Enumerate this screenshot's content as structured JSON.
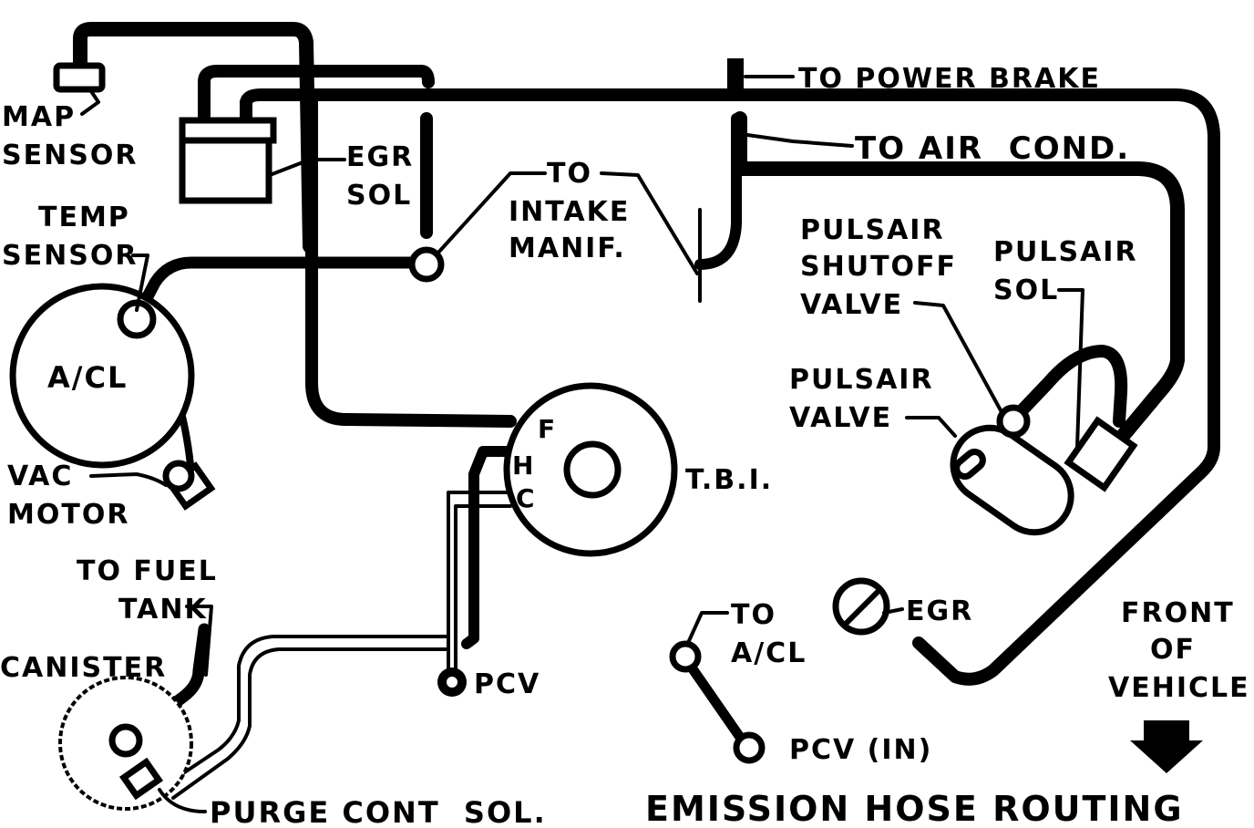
{
  "diagram": {
    "title": "EMISSION HOSE ROUTING",
    "labels": {
      "map_sensor_1": "MAP",
      "map_sensor_2": "SENSOR",
      "temp_sensor_1": "TEMP",
      "temp_sensor_2": "SENSOR",
      "acl": "A/CL",
      "vac_motor_1": "VAC",
      "vac_motor_2": "MOTOR",
      "to_fuel_tank_1": "TO FUEL",
      "to_fuel_tank_2": "TANK",
      "canister": "CANISTER",
      "purge_cont_sol": "PURGE CONT  SOL.",
      "egr_sol_1": "EGR",
      "egr_sol_2": "SOL",
      "to_intake_manif_1": "TO",
      "to_intake_manif_2": "INTAKE",
      "to_intake_manif_3": "MANIF.",
      "to_power_brake": "TO POWER BRAKE",
      "to_air_cond": "TO AIR  COND.",
      "pulsair_shutoff_1": "PULSAIR",
      "pulsair_shutoff_2": "SHUTOFF",
      "pulsair_shutoff_3": "VALVE",
      "pulsair_sol_1": "PULSAIR",
      "pulsair_sol_2": "SOL",
      "pulsair_valve_1": "PULSAIR",
      "pulsair_valve_2": "VALVE",
      "tbi": "T.B.I.",
      "port_f": "F",
      "port_h": "H",
      "port_c": "C",
      "pcv": "PCV",
      "egr": "EGR",
      "to_acl_1": "TO",
      "to_acl_2": "A/CL",
      "pcv_in": "PCV (IN)",
      "front_1": "FRONT",
      "front_2": "OF",
      "front_3": "VEHICLE"
    }
  }
}
